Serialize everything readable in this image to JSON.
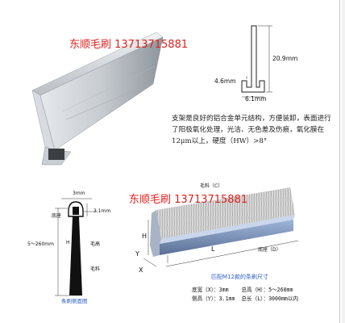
{
  "watermark": {
    "top": "东顺毛刷 13713715881",
    "bottom": "东顺毛刷 13713715881"
  },
  "profile": {
    "dim_height": "20.9mm",
    "dim_width": "4.6mm",
    "dim_base": "6.1mm"
  },
  "description": "支架是良好的铝合金单元结构，方便装卸，表面进行了阳极氧化处理，光洁、无色差及伤痕，氧化膜在12μm以上，硬度（HW）>8°",
  "side_view": {
    "dim_width": "3mm",
    "dim_base": "3.1mm",
    "label_base": "底座",
    "label_length": "5～260mm",
    "label_h": "H",
    "label_bristle": "毛高",
    "label_bristle2": "毛料",
    "caption": "条刷侧面图"
  },
  "brush3d": {
    "label_top": "毛料（C）",
    "label_base": "底座（D）",
    "label_h": "H",
    "label_y": "Y",
    "label_x": "X",
    "label_l": "L",
    "caption": "匹配M12款的条刷尺寸"
  },
  "specs": {
    "row1": "底宽（X）：3mm    总高（H）：5～260mm",
    "row2": "侧高（Y）：3.1mm  总长（L）：3000mm以内"
  },
  "colors": {
    "watermark": "#e0201c",
    "blue_caption": "#2a62c9"
  }
}
